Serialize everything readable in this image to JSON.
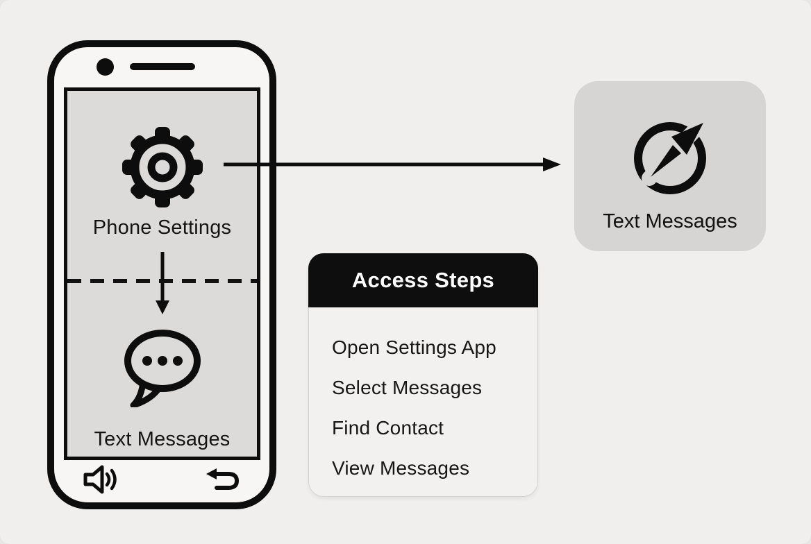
{
  "colors": {
    "background": "#f0efed",
    "ink": "#0d0d0d",
    "phone_body": "#f7f6f4",
    "screen_fill": "#dcdbd9",
    "app_card_fill": "#d6d5d3",
    "steps_body_fill": "#f2f1ef",
    "steps_header_fill": "#0e0e0e",
    "steps_header_text": "#ffffff"
  },
  "phone": {
    "settings_section": {
      "icon": "gear-icon",
      "label": "Phone Settings"
    },
    "messages_section": {
      "icon": "chat-bubble-icon",
      "label": "Text Messages"
    },
    "flow": {
      "divider": "dashed-divider",
      "arrow": "down-arrow"
    },
    "nav": {
      "left_icon": "speaker-icon",
      "right_icon": "back-icon"
    }
  },
  "connector": {
    "icon": "right-arrow",
    "from": "gear-icon",
    "to": "app-shortcut"
  },
  "app_shortcut": {
    "icon": "compass-arrow-icon",
    "label": "Text Messages"
  },
  "steps_panel": {
    "title": "Access Steps",
    "items": [
      "Open Settings App",
      "Select Messages",
      "Find Contact",
      "View Messages"
    ]
  }
}
